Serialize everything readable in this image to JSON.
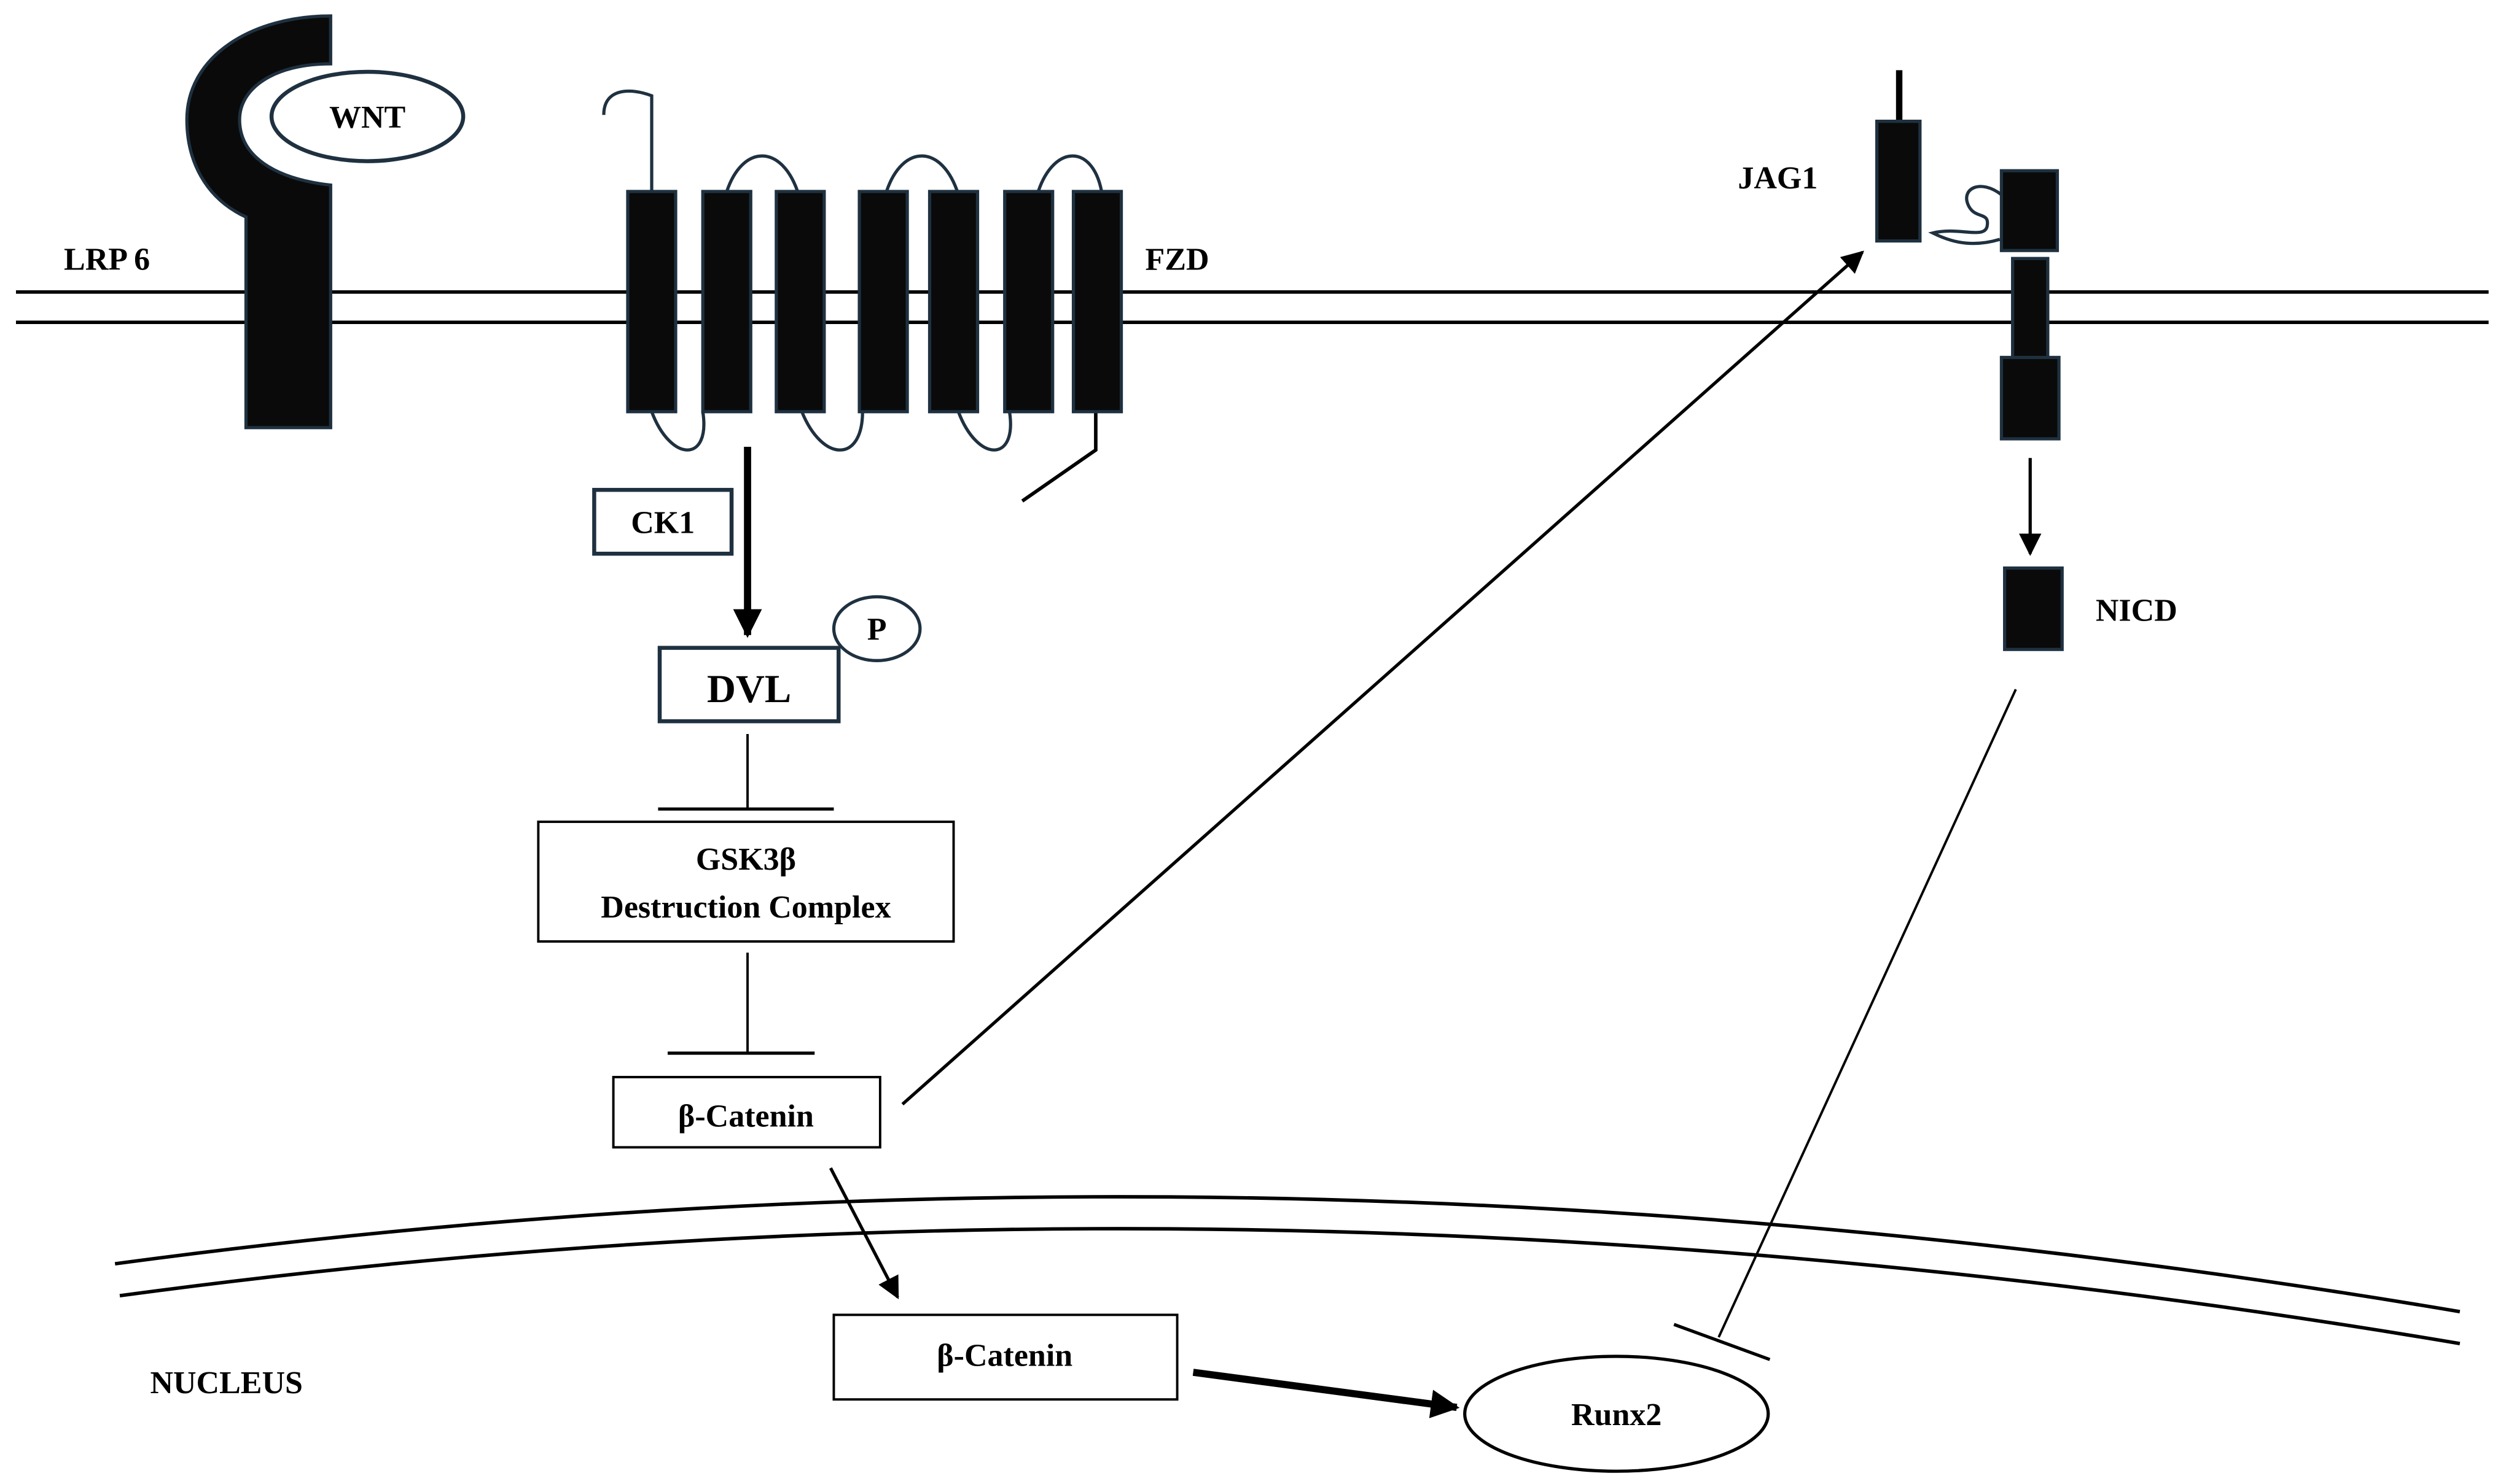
{
  "labels": {
    "wnt": "WNT",
    "lrp6": "LRP 6",
    "fzd": "FZD",
    "ck1": "CK1",
    "p": "P",
    "dvl": "DVL",
    "gsk3b_line1": "GSK3β",
    "gsk3b_line2": "Destruction Complex",
    "b_catenin_cyto": "β-Catenin",
    "b_catenin_nuc": "β-Catenin",
    "nucleus": "NUCLEUS",
    "runx2": "Runx2",
    "jag1": "JAG1",
    "nicd": "NICD"
  },
  "colors": {
    "protein_fill": "#0a0a0a",
    "protein_stroke": "#1f3140",
    "box_stroke": "#1f3140",
    "line": "#000000"
  }
}
